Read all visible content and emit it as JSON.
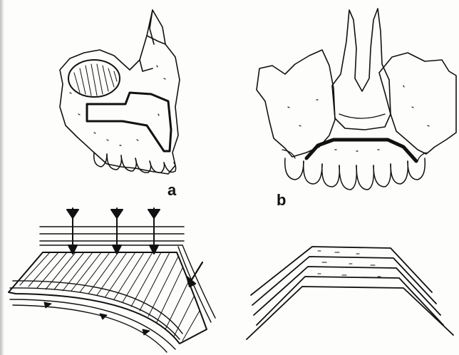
{
  "figure": {
    "panels": [
      {
        "id": "a",
        "label": "a"
      },
      {
        "id": "b",
        "label": "b"
      }
    ]
  }
}
